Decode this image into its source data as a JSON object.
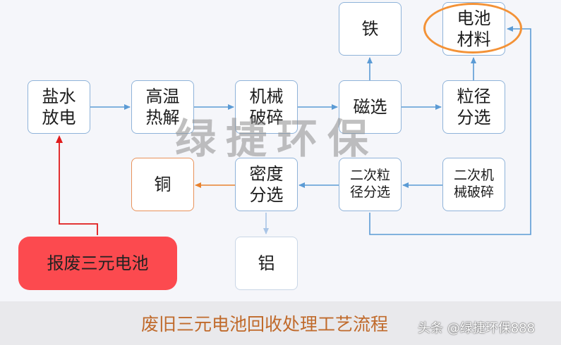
{
  "nodes": {
    "salt_discharge": [
      "盐水",
      "放电"
    ],
    "pyrolysis": [
      "高温",
      "热解"
    ],
    "crushing": [
      "机械",
      "破碎"
    ],
    "magnetic": [
      "磁选"
    ],
    "iron": [
      "铁"
    ],
    "size_sort": [
      "粒径",
      "分选"
    ],
    "battery_material": [
      "电池",
      "材料"
    ],
    "secondary_crushing": [
      "二次机",
      "械破碎"
    ],
    "secondary_size_sort": [
      "二次粒",
      "径分选"
    ],
    "density_sort": [
      "密度",
      "分选"
    ],
    "copper": [
      "铜"
    ],
    "aluminum": [
      "铝"
    ],
    "scrap_battery": [
      "报废三元电池"
    ]
  },
  "watermark": "绿捷环保",
  "footer": {
    "title": "废旧三元电池回收处理工艺流程",
    "credit": "头条 @绿捷环保888"
  },
  "colors": {
    "flow_arrow": "#5b9bd5",
    "start_arrow": "#e01b1b",
    "copper_arrow": "#e8822e",
    "aluminum_arrow": "#a9c5e6",
    "highlight": "#f39237",
    "start_box": "#fc4a4f"
  }
}
